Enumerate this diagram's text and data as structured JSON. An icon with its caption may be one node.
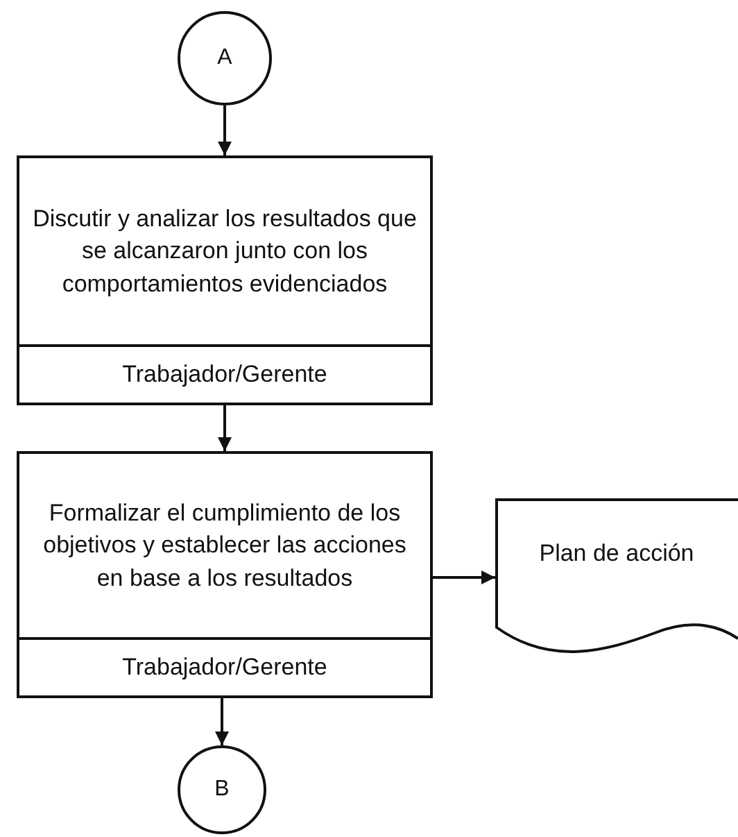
{
  "diagram": {
    "nodes": [
      {
        "text": [
          "A"
        ]
      },
      {
        "text": [
          "Discutir y analizar los resultados que se alcanzaron junto con los comportamientos evidenciados",
          "Trabajador/Gerente"
        ]
      },
      {
        "text": [
          "Formalizar el cumplimiento de los objetivos y establecer las acciones en base a los resultados",
          "Trabajador/Gerente"
        ]
      },
      {
        "text": [
          "Plan de acción"
        ]
      },
      {
        "text": [
          "B"
        ]
      }
    ],
    "edges": [
      {
        "from": 0,
        "to": 1,
        "arrow": "to"
      },
      {
        "from": 1,
        "to": 2,
        "arrow": "to"
      },
      {
        "from": 2,
        "to": 3,
        "arrow": "to"
      },
      {
        "from": 2,
        "to": 4,
        "arrow": "to"
      }
    ]
  }
}
